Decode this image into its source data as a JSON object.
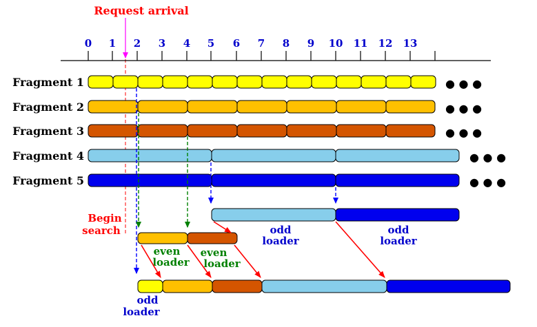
{
  "request_label": "Request arrival",
  "begin_search_lines": [
    "Begin",
    "search"
  ],
  "timeline_ticks": [
    {
      "label": "0",
      "color": "blue"
    },
    {
      "label": "1",
      "color": "blue"
    },
    {
      "label": "2",
      "color": "blue"
    },
    {
      "label": "3",
      "color": "blue"
    },
    {
      "label": "4",
      "color": "blue"
    },
    {
      "label": "5",
      "color": "blue"
    },
    {
      "label": "6",
      "color": "blue"
    },
    {
      "label": "7",
      "color": "blue"
    },
    {
      "label": "8",
      "color": "blue"
    },
    {
      "label": "9",
      "color": "blue"
    },
    {
      "label": "10",
      "color": "blue"
    },
    {
      "label": "11",
      "color": "blue"
    },
    {
      "label": "12",
      "color": "blue"
    },
    {
      "label": "13",
      "color": "blue"
    }
  ],
  "fragments": [
    {
      "label": "Fragment 1",
      "color": "#ffff00",
      "ellipsis": "● ● ●"
    },
    {
      "label": "Fragment 2",
      "color": "#ffc000",
      "ellipsis": "● ● ●"
    },
    {
      "label": "Fragment 3",
      "color": "#d45500",
      "ellipsis": "● ● ●"
    },
    {
      "label": "Fragment 4",
      "color": "#87ceeb",
      "ellipsis": "● ● ●"
    },
    {
      "label": "Fragment 5",
      "color": "#0000ee",
      "ellipsis": "● ● ●"
    }
  ],
  "loaders": {
    "even_1": [
      "even",
      "loader"
    ],
    "even_2": [
      "even",
      "loader"
    ],
    "odd_top_1": [
      "odd",
      "loader"
    ],
    "odd_top_2": [
      "odd",
      "loader"
    ],
    "odd_bottom": [
      "odd",
      "loader"
    ]
  },
  "colors": {
    "request": "#ff00ff",
    "begin_search": "#ff0000",
    "even_label": "#008000",
    "odd_label": "#0000cc",
    "arrow_red": "#ff0000",
    "arrow_blue": "#0000ff",
    "arrow_green": "#008000"
  }
}
